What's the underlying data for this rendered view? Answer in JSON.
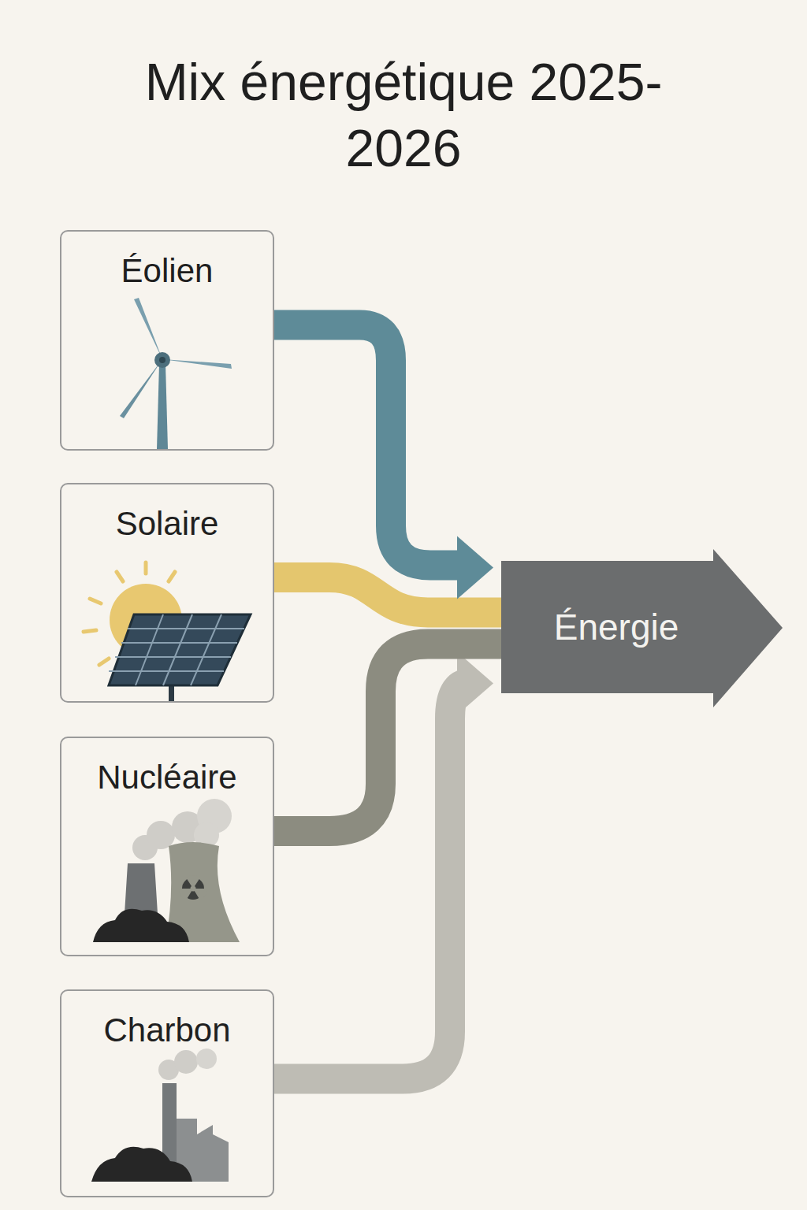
{
  "diagram": {
    "title": "Mix énergétique 2025-2026",
    "nodes": [
      {
        "text": [
          "Éolien"
        ]
      },
      {
        "text": [
          "Solaire"
        ]
      },
      {
        "text": [
          "Nucléaire"
        ]
      },
      {
        "text": [
          "Charbon"
        ]
      },
      {
        "text": [
          "Énergie"
        ]
      }
    ],
    "edges": [
      {
        "from": 0,
        "to": 4,
        "arrow": "to"
      },
      {
        "from": 1,
        "to": 4,
        "arrow": "none"
      },
      {
        "from": 2,
        "to": 4,
        "arrow": "none"
      },
      {
        "from": 3,
        "to": 4,
        "arrow": "to"
      }
    ]
  }
}
